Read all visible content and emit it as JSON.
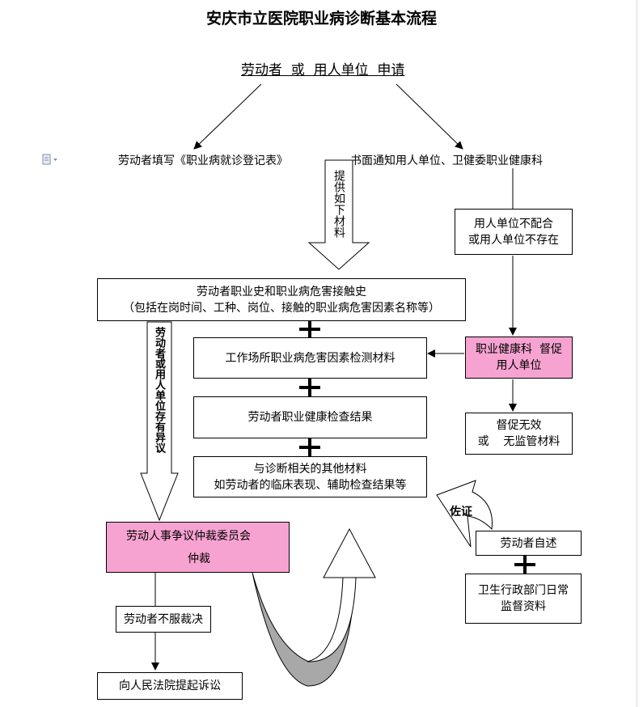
{
  "title": "安庆市立医院职业病诊断基本流程",
  "apply": "劳动者  或  用人单位  申请",
  "left_step": "劳动者填写《职业病就诊登记表》",
  "right_step": "书面通知用人单位、卫健委职业健康科",
  "provide_label": "提供如下材料",
  "employer_issue": [
    "用人单位不配合",
    "或用人单位不存在"
  ],
  "material_history": [
    "劳动者职业史和职业病危害接触史",
    "（包括在岗时间、工种、岗位、接触的职业病危害因素名称等）"
  ],
  "material_workplace": "工作场所职业病危害因素检测材料",
  "material_exam": "劳动者职业健康检查结果",
  "material_other": [
    "与诊断相关的其他材料",
    "如劳动者的临床表现、辅助检查结果等"
  ],
  "supervise": [
    "职业健康科  督促",
    "用人单位"
  ],
  "supervise_fail": [
    "督促无效",
    "或    无监管材料"
  ],
  "dispute_label": "劳动者或用人单位存有异议",
  "arbitration": [
    "劳动人事争议仲裁委员会",
    "仲裁"
  ],
  "not_accept": "劳动者不服裁决",
  "lawsuit": "向人民法院提起诉讼",
  "evidence_label": "佐证",
  "self_statement": "劳动者自述",
  "health_supervision": [
    "卫生行政部门日常",
    "监督资料"
  ],
  "colors": {
    "pink": "#f7a3d1",
    "border": "#000000",
    "gray_arrow": "#a8a8a8"
  },
  "icons": [
    "document-icon",
    "plus-icon",
    "curved-arrow-icon"
  ]
}
